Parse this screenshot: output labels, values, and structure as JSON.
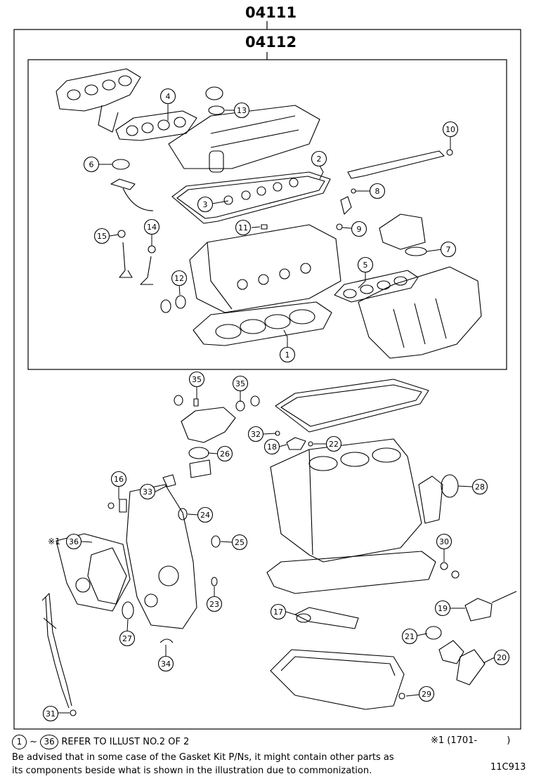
{
  "headers": {
    "kit_outer": "04111",
    "kit_inner": "04112"
  },
  "callouts": [
    "1",
    "2",
    "3",
    "4",
    "5",
    "6",
    "7",
    "8",
    "9",
    "10",
    "11",
    "12",
    "13",
    "14",
    "15",
    "16",
    "17",
    "18",
    "19",
    "20",
    "21",
    "22",
    "23",
    "24",
    "25",
    "26",
    "27",
    "28",
    "29",
    "30",
    "31",
    "32",
    "33",
    "34",
    "35",
    "35",
    "36"
  ],
  "callout_prefix_36": "※1",
  "footer": {
    "range_start": "1",
    "range_sep": "~",
    "range_end": "36",
    "refer_text": "REFER TO ILLUST NO.2 OF 2",
    "note_mark": "※1 (1701-",
    "note_close": ")",
    "advice_line1": "Be advised that in some case of the Gasket Kit P/Ns,  it might contain other parts as",
    "advice_line2": "its components beside what is shown in the illustration due to commonization.",
    "illustration_code": "11C913"
  }
}
